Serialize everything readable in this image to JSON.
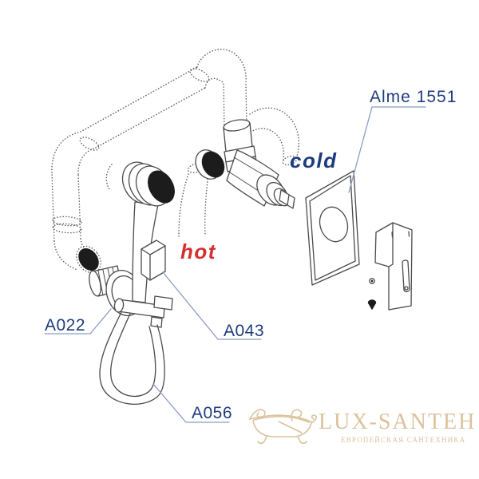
{
  "labels": {
    "model": "Alme 1551",
    "cold": "cold",
    "hot": "hot",
    "part_a022": "A022",
    "part_a043": "A043",
    "part_a056": "A056"
  },
  "watermark": {
    "brand": "LUX-SANTEH",
    "tagline": "ЕВРОПЕЙСКАЯ САНТЕХНИКА"
  },
  "colors": {
    "label_blue": "#1d3c7d",
    "hot_red": "#d42f2f",
    "leader_line": "#8b9cc0",
    "line_art": "#4a4a4a",
    "dark_fill": "#1c1c1c",
    "watermark_tan": "#d9bf98"
  },
  "icons": {
    "bathtub": "bathtub-icon"
  }
}
